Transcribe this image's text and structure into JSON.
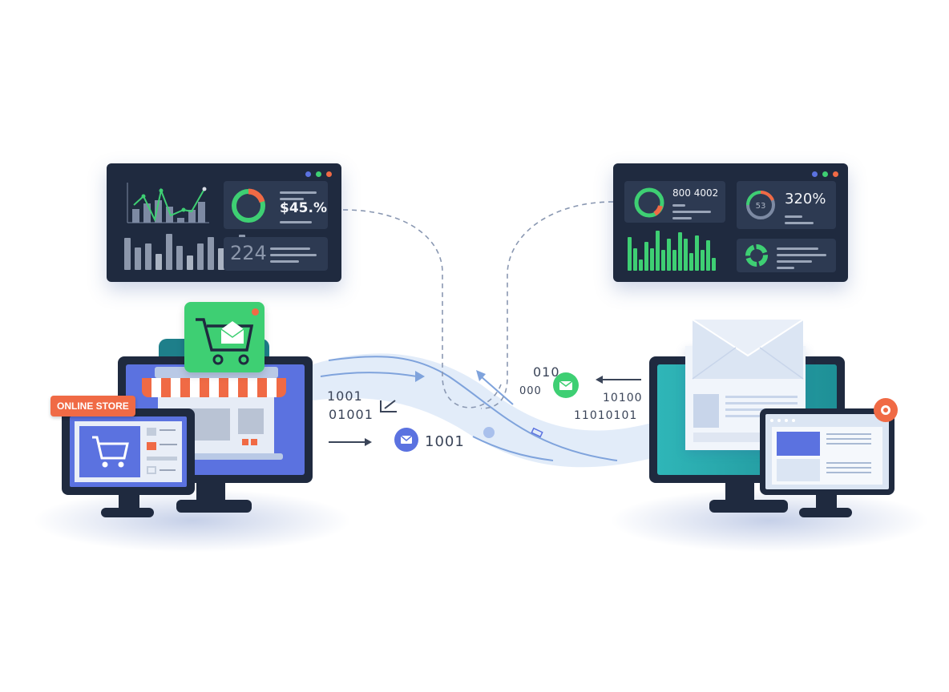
{
  "diagram": {
    "title": "",
    "colors": {
      "dashboard_bg": "#1f2a3f",
      "card_bg": "#2d3a52",
      "accent_green": "#3ecf73",
      "accent_orange": "#f06a45",
      "accent_blue": "#5b72e0",
      "teal": "#2fb6b8",
      "flow_blue": "#8fb2e6"
    },
    "left_dashboard": {
      "window_dots": [
        "#5b72e0",
        "#3ecf73",
        "#f06a45"
      ],
      "line_chart_points": [
        4,
        6,
        2,
        9,
        3,
        4,
        5,
        10
      ],
      "bar_chart_heights": [
        55,
        45,
        60,
        35,
        70,
        50,
        40,
        55,
        65,
        48,
        52,
        72,
        45
      ],
      "metric_1": "$45.%",
      "metric_2": "224",
      "donut_icon": "donut-chart-icon"
    },
    "right_dashboard": {
      "window_dots": [
        "#5b72e0",
        "#3ecf73",
        "#f06a45"
      ],
      "metric_1": "800 4002",
      "metric_2": "320%",
      "gauge_inner": "53",
      "bar_chart_heights": [
        42,
        28,
        14,
        36,
        28,
        50,
        26,
        40,
        26,
        48,
        40,
        22,
        44,
        26,
        38,
        16
      ]
    },
    "left_station": {
      "label": "ONLINE STORE",
      "icons": [
        "shopping-cart-icon",
        "storefront-icon",
        "envelope-icon",
        "notification-dot-icon"
      ]
    },
    "right_station": {
      "icons": [
        "envelope-icon",
        "newsletter-icon",
        "notification-badge-icon"
      ]
    },
    "flow": {
      "binary_left_1": "1001",
      "binary_left_2": "01001",
      "binary_mid": "1001",
      "binary_right_top": "010",
      "binary_right_small": "000",
      "binary_right_1": "10100",
      "binary_right_2": "11010101"
    }
  }
}
